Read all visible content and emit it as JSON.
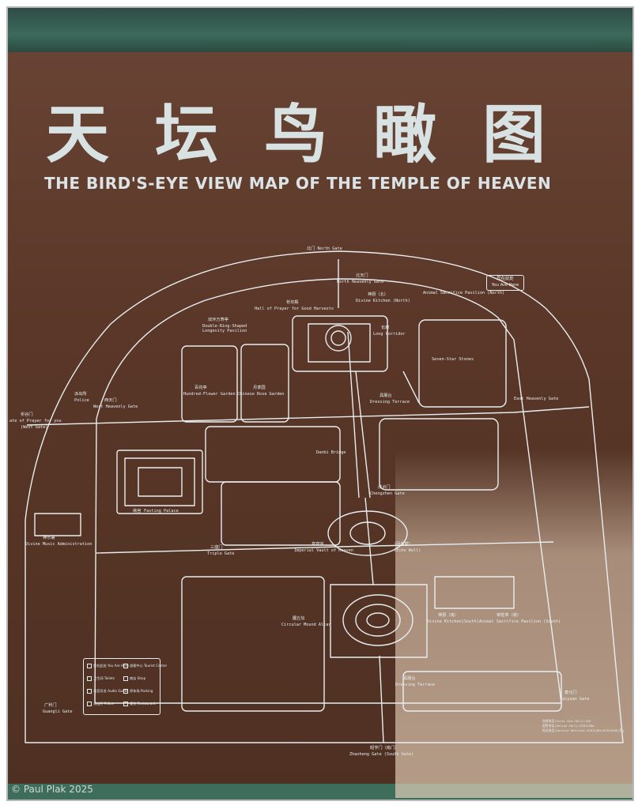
{
  "sign": {
    "title_cn": "天坛鸟瞰图",
    "title_en": "THE BIRD'S-EYE VIEW MAP OF THE TEMPLE OF HEAVEN"
  },
  "you_are_here": {
    "cn": "您在此处",
    "en": "You Are Here"
  },
  "labels": {
    "north_gate": "北门 North Gate",
    "north_heavenly_gate_cn": "北天门",
    "north_heavenly_gate_en": "North Heavenly Gate",
    "prayer_hall_cn": "祈年殿",
    "prayer_hall_en": "Hall of Prayer for Good Harvests",
    "divine_kitchen_north": "神厨（北）",
    "divine_kitchen_north_en": "Divine Kitchen (North)",
    "animal_pavilion_north": "Animal Sacrifice Pavilion (North)",
    "long_corridor_cn": "长廊",
    "long_corridor_en": "Long Corridor",
    "double_ring_cn": "双环万寿亭",
    "double_ring_en1": "Double-Ring-Shaped",
    "double_ring_en2": "Longevity Pavilion",
    "hundred_flower_cn": "百花亭",
    "hundred_flower_en": "Hundred-Flower Garden",
    "rose_garden_cn": "月季园",
    "rose_garden_en": "Chinese Rose Garden",
    "seven_star_en": "Seven-Star Stones",
    "police_cn": "派出所",
    "police_en": "Police",
    "west_heavenly_cn": "西天门",
    "west_heavenly_en": "West Heavenly Gate",
    "west_gate_cn": "祈谷门",
    "west_gate_en1": "ate of Prayer for you",
    "west_gate_en2": "(West Gate)",
    "dressing_terrace_cn": "具服台",
    "dressing_terrace_en": "Dressing Terrace",
    "danbi_bridge": "Danbi Bridge",
    "fasting_palace_cn": "斋宫",
    "fasting_palace_en": "Fasting Palace",
    "music_admin_cn": "神乐署",
    "music_admin_en": "Divine Music Administration",
    "chengzhen_cn": "成贞门",
    "chengzhen_en": "Chengzhen Gate",
    "triple_gate_cn": "三座门",
    "triple_gate_en": "Triple Gate",
    "vault_cn": "皇穹宇",
    "vault_en": "Imperial Vault of Heaven",
    "echo_wall_cn": "（回音壁）",
    "echo_wall_en": "(Echo Wall)",
    "mound_altar_cn": "圜丘坛",
    "mound_altar_en": "Circular Mound Altar",
    "kitchen_south": "神厨（南）",
    "kitchen_south_en": "Divine Kitchen(South)",
    "animal_south_cn": "宰牲亭（南）",
    "animal_south_en": "Animal Sacrifice Pavilion (South)",
    "dressing_terrace_south_cn": "具服台",
    "dressing_terrace_south_en": "Dressing Terrace",
    "guangli_cn": "广利门",
    "guangli_en": "Guangli Gate",
    "taiyuan_cn": "泰元门",
    "taiyuan_en": "Taiyuan Gate",
    "zhaoheng_cn": "昭亨门（南门）",
    "zhaoheng_en": "Zhaoheng Gate (South Gate)",
    "east_gate_en": "East Heavenly Gate"
  },
  "legend": {
    "items": [
      {
        "icon": "pin-icon",
        "label": "您在此处 You Are Here"
      },
      {
        "icon": "info-icon",
        "label": "游客中心 Tourist Center"
      },
      {
        "icon": "toilet-icon",
        "label": "卫生间 Toilets"
      },
      {
        "icon": "shop-icon",
        "label": "商店 Shop"
      },
      {
        "icon": "audio-guide-icon",
        "label": "语音导览 Audio Guide"
      },
      {
        "icon": "parking-icon",
        "label": "停车场 Parking"
      },
      {
        "icon": "police-icon",
        "label": "派出所 Police"
      },
      {
        "icon": "restaurant-icon",
        "label": "餐饮 Restaurant"
      }
    ]
  },
  "hotlines": [
    "急救电话(First Aid Call):120",
    "报警电话(Police Call):67012306",
    "投诉电话(Service Hotline):67012483/67013036(西)"
  ],
  "watermark": "© Paul Plak 2025",
  "colors": {
    "board": "#5a3728",
    "line": "#e8eef0",
    "band": "#3c6a5c"
  }
}
